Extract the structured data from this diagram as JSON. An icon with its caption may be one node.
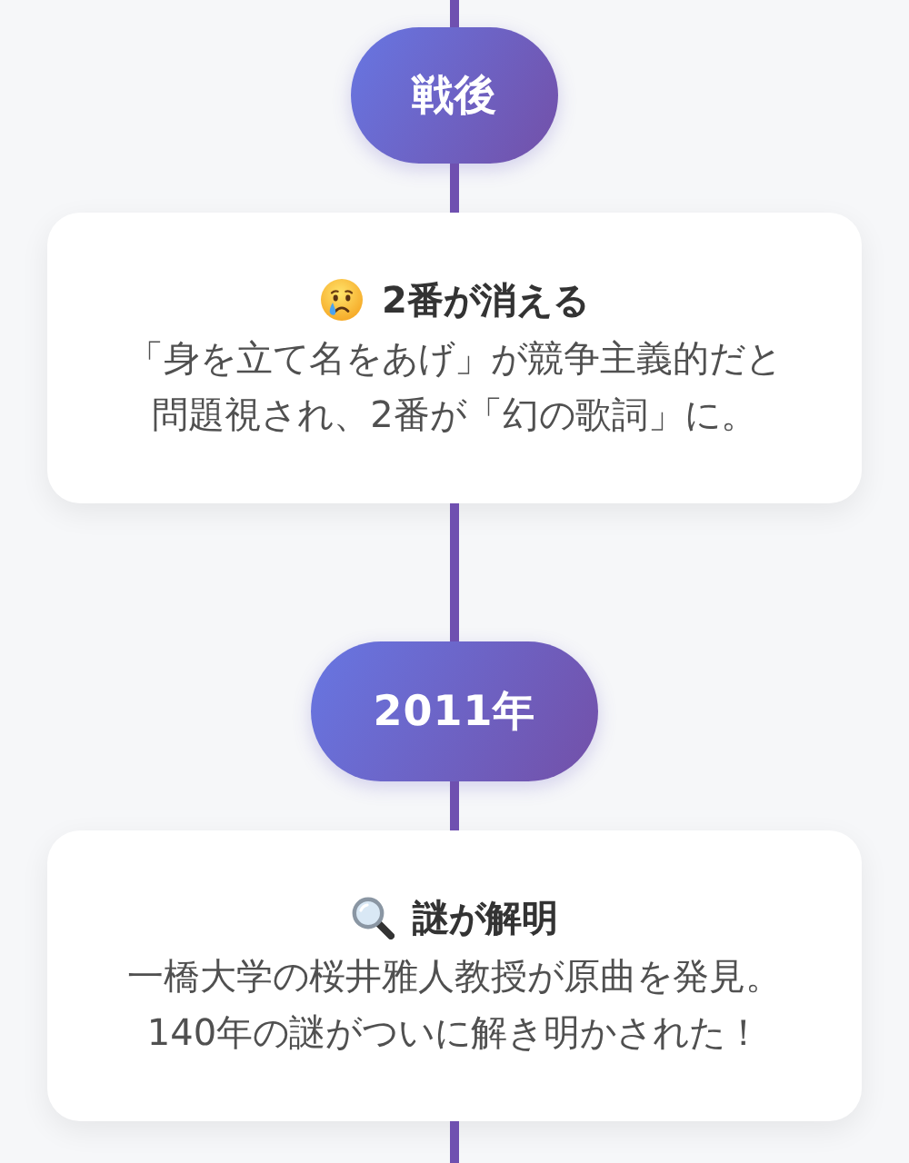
{
  "diagram": {
    "nodes": [
      {
        "text": [
          "戦後"
        ]
      },
      {
        "text": [
          "2番が消える",
          "「身を立て名をあげ」が競争主義的だと問題視され、2番が「幻の歌詞」に。"
        ]
      },
      {
        "text": [
          "2011年"
        ]
      },
      {
        "text": [
          "謎が解明",
          "一橋大学の桜井雅人教授が原曲を発見。140年の謎がついに解き明かされた！"
        ]
      }
    ],
    "edges": [
      {
        "from": null,
        "to": 0,
        "arrow": "none"
      },
      {
        "from": 0,
        "to": 1,
        "arrow": "none"
      },
      {
        "from": 1,
        "to": 2,
        "arrow": "none"
      },
      {
        "from": 2,
        "to": 3,
        "arrow": "none"
      },
      {
        "from": 3,
        "to": null,
        "arrow": "none"
      }
    ]
  }
}
